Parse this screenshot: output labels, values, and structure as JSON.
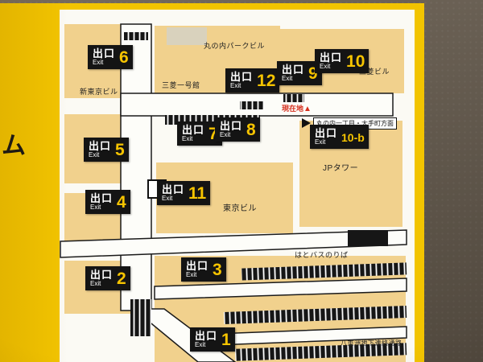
{
  "sign": {
    "side_text": "ム"
  },
  "colors": {
    "sign_yellow": "#f2c400",
    "map_white": "#fbfaf4",
    "building_tan": "#f1d18d",
    "corridor_black": "#161616",
    "exit_number_yellow": "#f6c400",
    "current_location_red": "#d52f1e",
    "wall_brown": "#6b6052"
  },
  "exits": [
    {
      "kanji": "出口",
      "en": "Exit",
      "number": "6"
    },
    {
      "kanji": "出口",
      "en": "Exit",
      "number": "12"
    },
    {
      "kanji": "出口",
      "en": "Exit",
      "number": "9"
    },
    {
      "kanji": "出口",
      "en": "Exit",
      "number": "10"
    },
    {
      "kanji": "出口",
      "en": "Exit",
      "number": "5"
    },
    {
      "kanji": "出口",
      "en": "Exit",
      "number": "7"
    },
    {
      "kanji": "出口",
      "en": "Exit",
      "number": "8"
    },
    {
      "kanji": "出口",
      "en": "Exit",
      "number": "10-b"
    },
    {
      "kanji": "出口",
      "en": "Exit",
      "number": "4"
    },
    {
      "kanji": "出口",
      "en": "Exit",
      "number": "11"
    },
    {
      "kanji": "出口",
      "en": "Exit",
      "number": "2"
    },
    {
      "kanji": "出口",
      "en": "Exit",
      "number": "3"
    },
    {
      "kanji": "出口",
      "en": "Exit",
      "number": "1"
    }
  ],
  "labels": {
    "park": "丸の内パークビル",
    "ichigokan": "三菱一号館",
    "shintokyo": "新東京ビル",
    "mitsubishi": "三菱ビル",
    "jptower": "JPタワー",
    "tokyobldg": "東京ビル",
    "hatobus": "はとバスのりば",
    "yaesu": "八重洲地下連絡通路",
    "direction": "丸の内一丁目・大手町方面"
  },
  "current_location": {
    "text": "現在地",
    "marker": "▲"
  }
}
